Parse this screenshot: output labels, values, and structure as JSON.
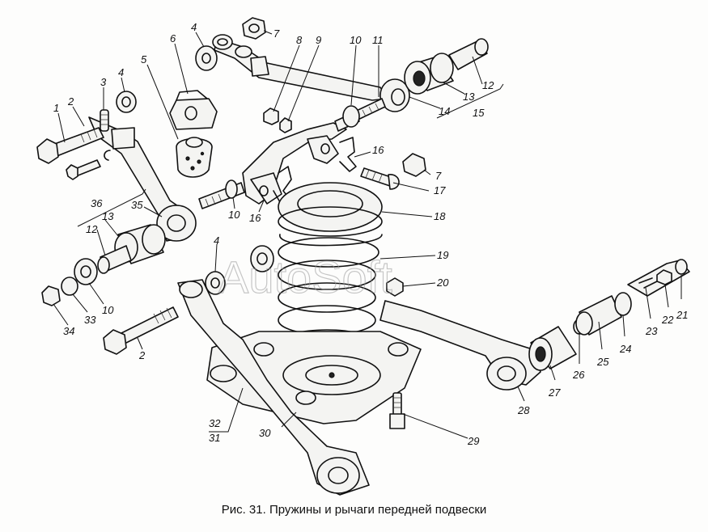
{
  "caption": "Рис. 31. Пружины и рычаги передней подвески",
  "watermark": "AutoSoft",
  "labels": [
    "1",
    "2",
    "3",
    "4",
    "5",
    "6",
    "4",
    "7",
    "8",
    "9",
    "10",
    "11",
    "12",
    "13",
    "14",
    "15",
    "16",
    "7",
    "17",
    "18",
    "36",
    "35",
    "13",
    "12",
    "10",
    "33",
    "34",
    "2",
    "4",
    "19",
    "20",
    "16",
    "10",
    "22",
    "21",
    "23",
    "24",
    "25",
    "26",
    "27",
    "28",
    "29",
    "30",
    "32",
    "31"
  ]
}
